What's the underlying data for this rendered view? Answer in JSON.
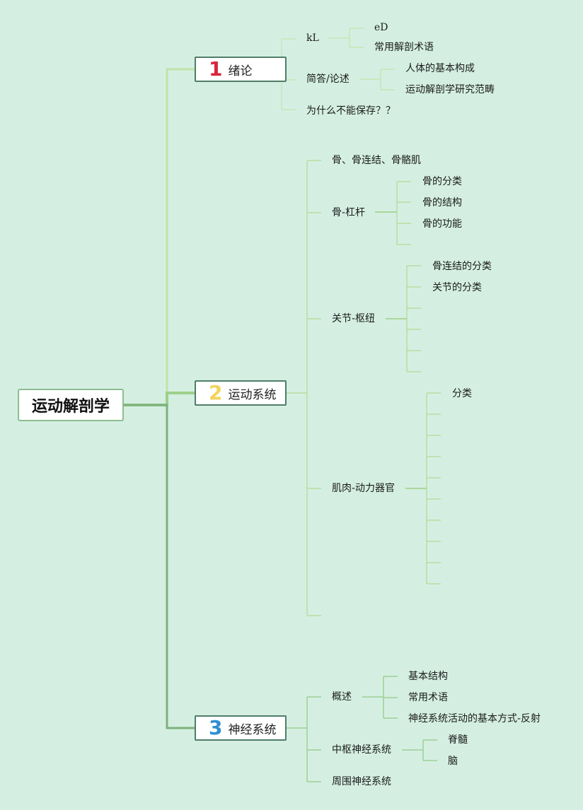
{
  "root": "运动解剖学",
  "topics": [
    {
      "number": "1",
      "label": "绪论",
      "children": [
        {
          "label": "kL",
          "children": [
            {
              "label": "eD"
            },
            {
              "label": "常用解剖术语"
            }
          ]
        },
        {
          "label": "简答/论述",
          "children": [
            {
              "label": "人体的基本构成"
            },
            {
              "label": "运动解剖学研究范畴"
            }
          ]
        },
        {
          "label": "为什么不能保存？？"
        }
      ]
    },
    {
      "number": "2",
      "label": "运动系统",
      "children": [
        {
          "label": "骨、骨连结、骨骼肌"
        },
        {
          "label": "骨-杠杆",
          "children": [
            {
              "label": "骨的分类"
            },
            {
              "label": "骨的结构"
            },
            {
              "label": "骨的功能"
            },
            {
              "label": ""
            }
          ]
        },
        {
          "label": "关节-枢纽",
          "children": [
            {
              "label": "骨连结的分类"
            },
            {
              "label": "关节的分类"
            },
            {
              "label": ""
            },
            {
              "label": ""
            },
            {
              "label": ""
            },
            {
              "label": ""
            }
          ]
        },
        {
          "label": "肌肉-动力器官",
          "children": [
            {
              "label": "分类"
            },
            {
              "label": ""
            },
            {
              "label": ""
            },
            {
              "label": ""
            },
            {
              "label": ""
            },
            {
              "label": ""
            },
            {
              "label": ""
            },
            {
              "label": ""
            },
            {
              "label": ""
            },
            {
              "label": ""
            }
          ]
        },
        {
          "label": ""
        }
      ]
    },
    {
      "number": "3",
      "label": "神经系统",
      "children": [
        {
          "label": "概述",
          "children": [
            {
              "label": "基本结构"
            },
            {
              "label": "常用术语"
            },
            {
              "label": "神经系统活动的基本方式-反射"
            }
          ]
        },
        {
          "label": "中枢神经系统",
          "children": [
            {
              "label": "脊髓"
            },
            {
              "label": "脑"
            }
          ]
        },
        {
          "label": "周围神经系统"
        }
      ]
    }
  ]
}
